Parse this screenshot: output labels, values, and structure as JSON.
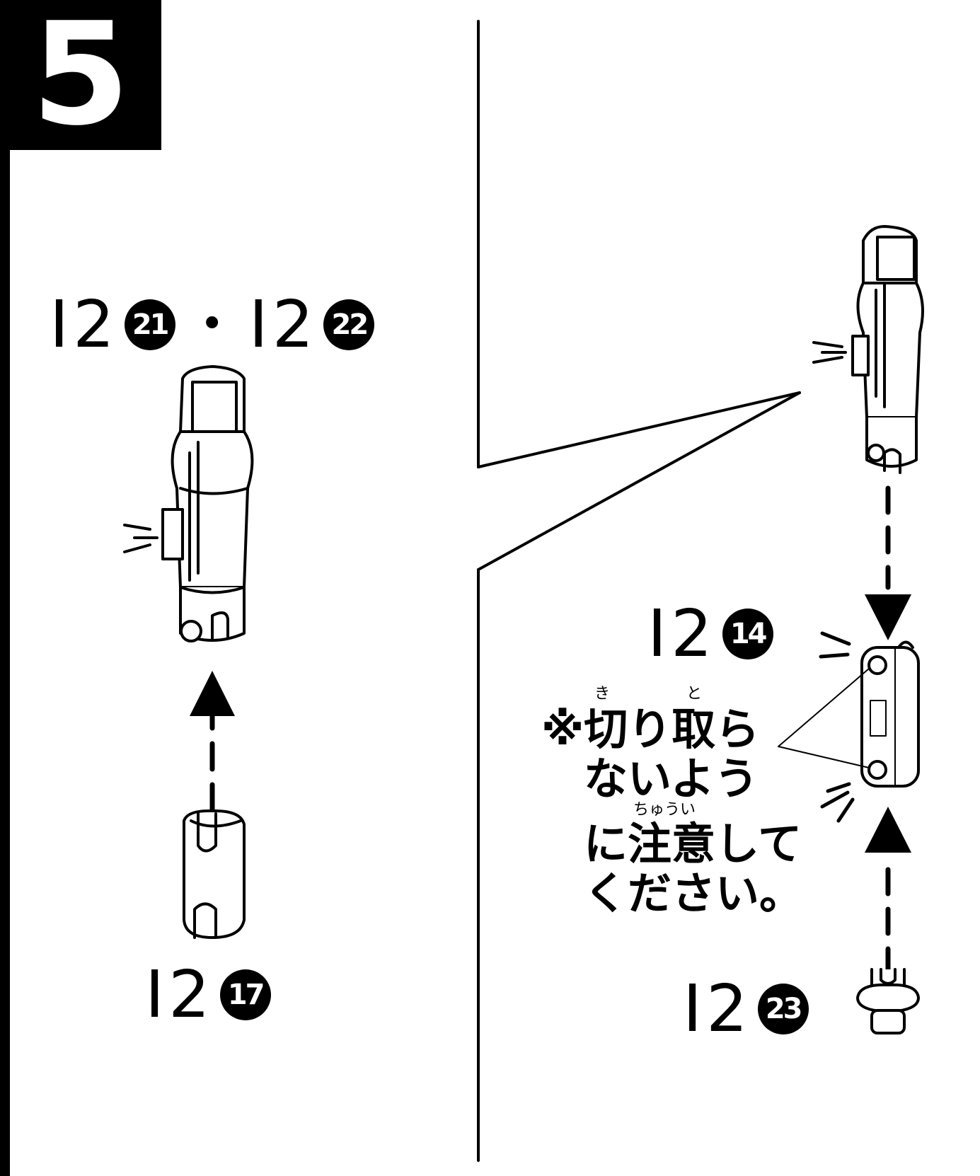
{
  "step": {
    "number": "5"
  },
  "labels": {
    "part_a": {
      "prefix": "I2",
      "num": "21"
    },
    "dot": "・",
    "part_b": {
      "prefix": "I2",
      "num": "22"
    },
    "part_17": {
      "prefix": "I2",
      "num": "17"
    },
    "part_14": {
      "prefix": "I2",
      "num": "14"
    },
    "part_23": {
      "prefix": "I2",
      "num": "23"
    }
  },
  "note": {
    "line1": "※切り取ら",
    "line2": "ないよう",
    "line3": "に注意して",
    "line4": "ください。",
    "ruby_ki": "き",
    "ruby_to": "と",
    "ruby_chuui": "ちゅうい"
  }
}
